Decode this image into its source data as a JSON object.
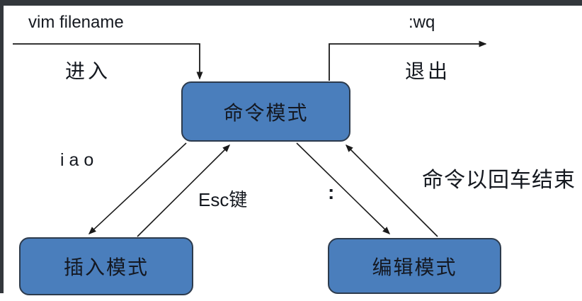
{
  "diagram": {
    "title_context": "vim mode transition diagram",
    "nodes": {
      "command_mode": {
        "label": "命令模式"
      },
      "insert_mode": {
        "label": "插入模式"
      },
      "edit_mode": {
        "label": "编辑模式"
      }
    },
    "labels": {
      "enter_command": "vim filename",
      "enter": "进入",
      "exit_command": ":wq",
      "exit": "退出",
      "insert_keys": "i a o",
      "esc_key": "Esc键",
      "colon_key": ":",
      "note": "命令以回车结束"
    },
    "edges": [
      {
        "from": "start",
        "to": "command_mode",
        "label": "vim filename / 进入"
      },
      {
        "from": "command_mode",
        "to": "end",
        "label": ":wq / 退出"
      },
      {
        "from": "command_mode",
        "to": "insert_mode",
        "label": "i a o"
      },
      {
        "from": "insert_mode",
        "to": "command_mode",
        "label": "Esc键"
      },
      {
        "from": "command_mode",
        "to": "edit_mode",
        "label": ":"
      },
      {
        "from": "edit_mode",
        "to": "command_mode",
        "label": "命令以回车结束"
      }
    ],
    "colors": {
      "node_fill": "#4a7ebc",
      "node_border": "#2d3b4d",
      "arrow": "#1a1a1a",
      "frame": "#33373c",
      "background": "#ffffff"
    }
  }
}
